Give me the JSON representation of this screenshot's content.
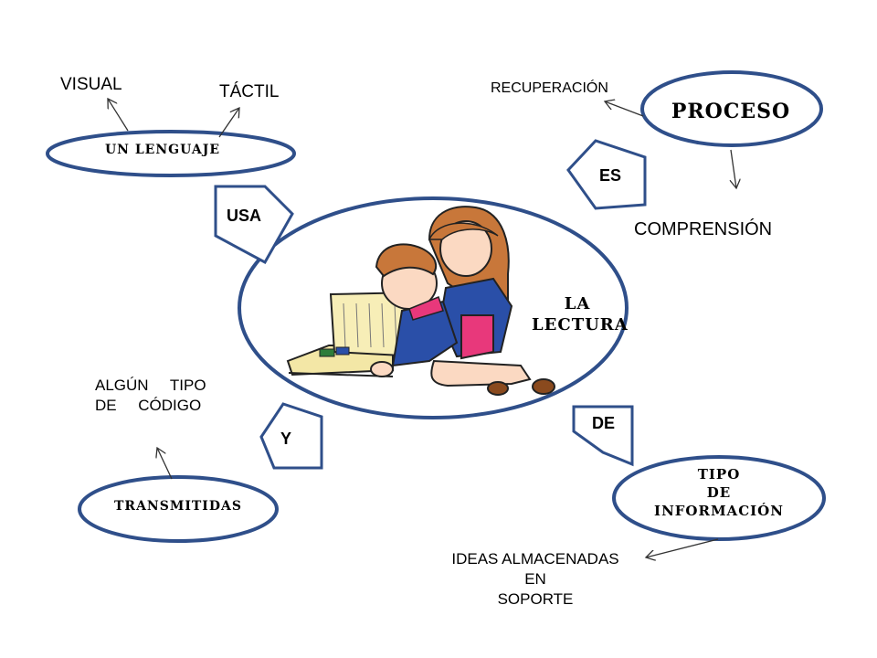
{
  "center": {
    "label_line1": "LA",
    "label_line2": "LECTURA"
  },
  "nodes": {
    "lenguaje": "UN LENGUAJE",
    "proceso": "PROCESO",
    "transmitidas": "TRANSMITIDAS",
    "tipo_info_line1": "TIPO",
    "tipo_info_line2": "DE",
    "tipo_info_line3": "INFORMACIÓN"
  },
  "connectors": {
    "usa": "USA",
    "es": "ES",
    "y": "Y",
    "de": "DE"
  },
  "texts": {
    "visual": "VISUAL",
    "tactil": "TÁCTIL",
    "recuperacion": "RECUPERACIÓN",
    "comprension": "COMPRENSIÓN",
    "codigo_line1": "ALGÚN     TIPO",
    "codigo_line2": "DE     CÓDIGO",
    "ideas_line1": "IDEAS ALMACENADAS",
    "ideas_line2": "EN",
    "ideas_line3": "SOPORTE"
  },
  "colors": {
    "ellipse_stroke": "#2f4f8a",
    "pentagon_stroke": "#2f4f8a"
  }
}
